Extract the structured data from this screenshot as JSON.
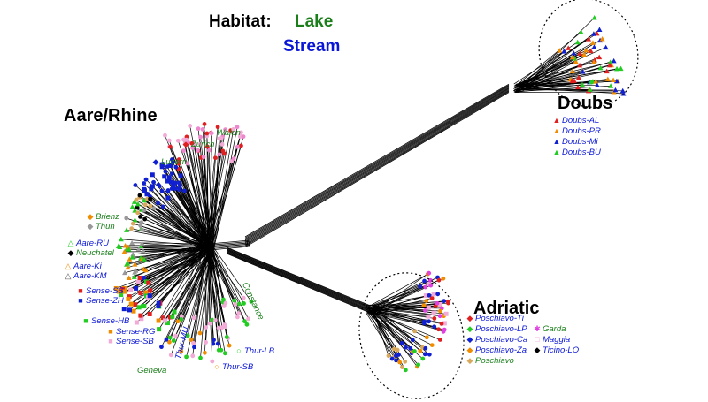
{
  "legend": {
    "title": "Habitat:",
    "lake": "Lake",
    "stream": "Stream",
    "lake_color": "#1a7f1a",
    "stream_color": "#0a16d6"
  },
  "regions": {
    "aare_rhine": "Aare/Rhine",
    "doubs": "Doubs",
    "adriatic": "Adriatic"
  },
  "populations": {
    "zurich": "Zurich",
    "walen": "Walen",
    "lucern": "Lucern",
    "brienz": "Brienz",
    "thun": "Thun",
    "aare_ru": "Aare-RU",
    "neuchatel": "Neuchatel",
    "aare_ki": "Aare-Ki",
    "aare_km": "Aare-KM",
    "sense_ss": "Sense-SS",
    "sense_zh": "Sense-ZH",
    "sense_hb": "Sense-HB",
    "sense_rg": "Sense-RG",
    "sense_sb": "Sense-SB",
    "geneva": "Geneva",
    "thur_mu": "Thur-MU",
    "thur_sb": "Thur-SB",
    "thur_lb": "Thur-LB",
    "constance": "Constance",
    "doubs_al": "Doubs-AL",
    "doubs_pr": "Doubs-PR",
    "doubs_mi": "Doubs-Mi",
    "doubs_bu": "Doubs-BU",
    "poschiavo_ti": "Poschiavo-Ti",
    "poschiavo_lp": "Poschiavo-LP",
    "poschiavo_ca": "Poschiavo-Ca",
    "poschiavo_za": "Poschiavo-Za",
    "poschiavo": "Poschiavo",
    "garda": "Garda",
    "maggia": "Maggia",
    "ticino_lo": "Ticino-LO"
  },
  "colors": {
    "red": "#e02020",
    "orange": "#f08c00",
    "blue": "#1020d0",
    "green": "#22cc22",
    "pink": "#ee88cc",
    "light_pink": "#f2aad6",
    "black": "#000000",
    "tan": "#d8a85c",
    "gray": "#999999",
    "magenta": "#e040e0"
  }
}
